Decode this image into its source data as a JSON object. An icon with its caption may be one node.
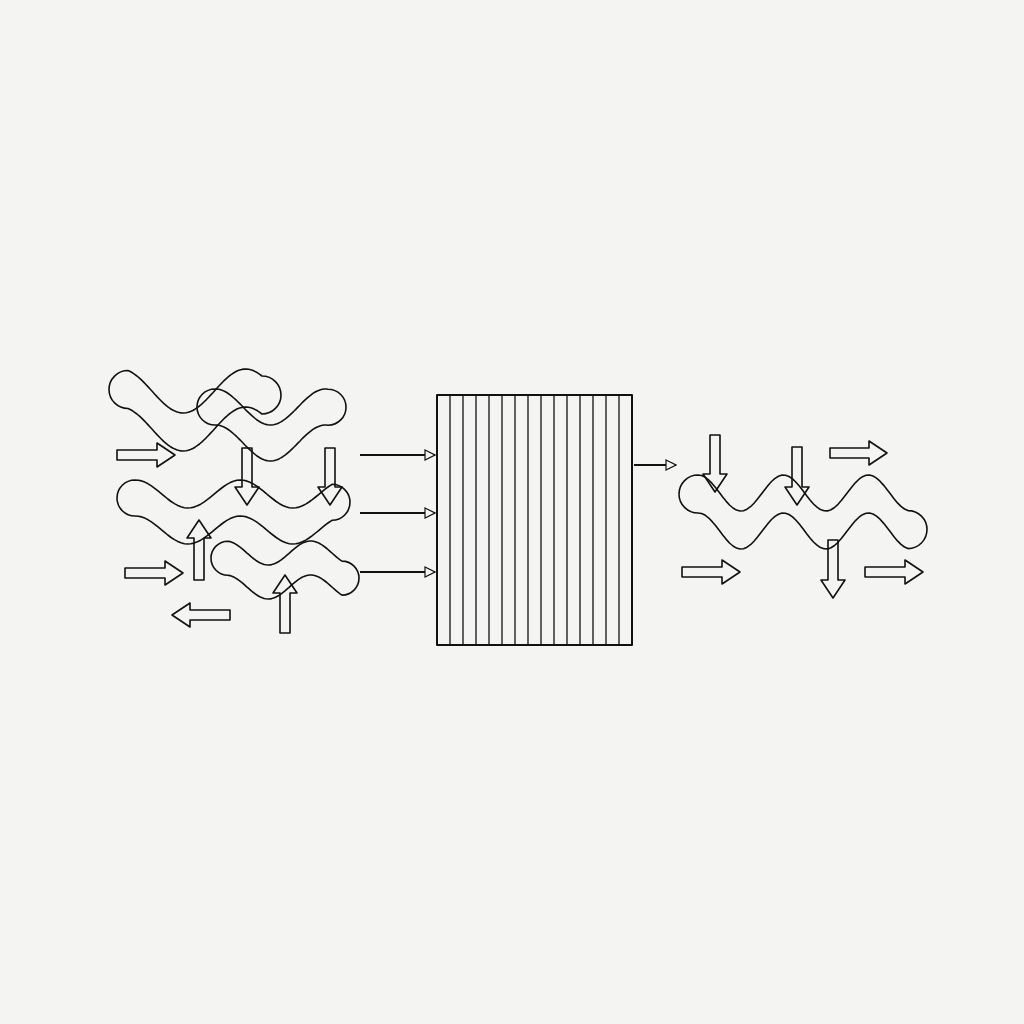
{
  "diagram": {
    "nodes": [
      {
        "text": [],
        "shape": "wave"
      },
      {
        "text": [],
        "shape": "box"
      },
      {
        "text": [],
        "shape": "wave"
      }
    ],
    "edges": [
      {
        "from": 0,
        "to": 1,
        "arrow": "to"
      },
      {
        "from": 0,
        "to": 1,
        "arrow": "to"
      },
      {
        "from": 0,
        "to": 1,
        "arrow": "to"
      },
      {
        "from": 1,
        "to": 2,
        "arrow": "to"
      }
    ]
  }
}
